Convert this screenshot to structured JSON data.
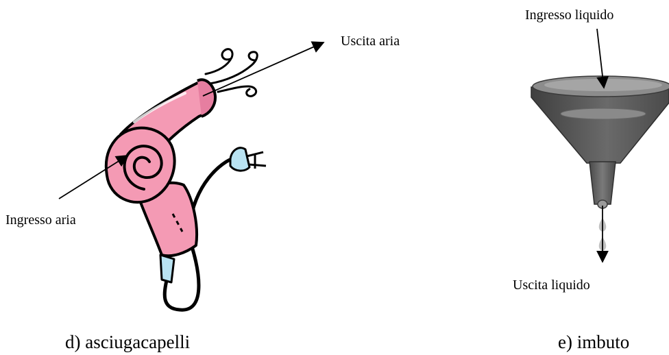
{
  "hair_dryer": {
    "label_out": "Uscita aria",
    "label_in": "Ingresso aria",
    "caption": "d) asciugacapelli",
    "body_color": "#f49ab4",
    "accent_color": "#b9e3f2"
  },
  "funnel": {
    "label_in": "Ingresso liquido",
    "label_out": "Uscita liquido",
    "caption": "e) imbuto",
    "body_color": "#5a5a5a",
    "rim_color": "#8c8c8c",
    "drop_color": "#c0c0c0"
  }
}
